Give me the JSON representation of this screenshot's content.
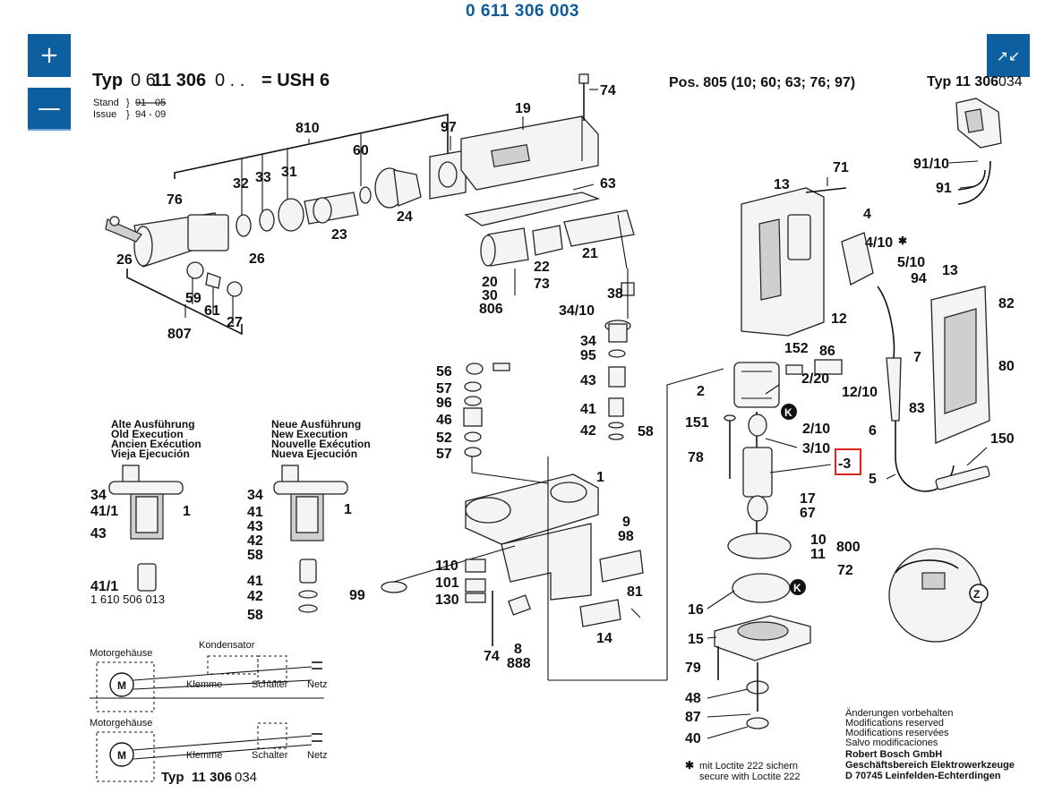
{
  "page": {
    "title": "0 611 306 003",
    "zoom_in_icon": "+",
    "zoom_out_icon": "—",
    "fullscreen_icon": "↗↙"
  },
  "header": {
    "typ_prefix": "Typ",
    "typ_number": "0 6",
    "typ_number_bold": "11 306",
    "typ_suffix": "0 . .",
    "typ_equals": "= USH 6",
    "stand_label": "Stand",
    "stand_value": "91 - 05",
    "issue_label": "Issue",
    "issue_value": "94 - 09",
    "pos_text": "Pos. 805 (10; 60; 63; 76; 97)",
    "typ_right_prefix": "Typ",
    "typ_right_bold": "11 306",
    "typ_right_suffix": "034"
  },
  "part_labels": {
    "p74a": "74",
    "p19": "19",
    "p97": "97",
    "p810": "810",
    "p60": "60",
    "p32": "32",
    "p33": "33",
    "p31": "31",
    "p76": "76",
    "p63": "63",
    "p24": "24",
    "p23": "23",
    "p26a": "26",
    "p26b": "26",
    "p22": "22",
    "p21": "21",
    "p20": "20",
    "p30": "30",
    "p806": "806",
    "p73": "73",
    "p38": "38",
    "p34_10a": "34/10",
    "p59": "59",
    "p61": "61",
    "p27": "27",
    "p807": "807",
    "p34a": "34",
    "p95": "95",
    "p56": "56",
    "p57a": "57",
    "p96": "96",
    "p46": "46",
    "p52": "52",
    "p57b": "57",
    "p43a": "43",
    "p41a": "41",
    "p42a": "42",
    "p58a": "58",
    "p1a": "1",
    "p13a": "13",
    "p71": "71",
    "p4": "4",
    "p4_10": "4/10",
    "p5_10": "5/10",
    "p94": "94",
    "p13b": "13",
    "p82": "82",
    "p12": "12",
    "p152": "152",
    "p86": "86",
    "p7": "7",
    "p80": "80",
    "p2": "2",
    "p2_20": "2/20",
    "p12_10": "12/10",
    "p83": "83",
    "p2_10": "2/10",
    "p151": "151",
    "p3_10": "3/10",
    "p6": "6",
    "p150": "150",
    "p78": "78",
    "p3": "-3",
    "p5": "5",
    "p17": "17",
    "p67": "67",
    "p10": "10",
    "p11": "11",
    "p800": "800",
    "p72": "72",
    "p16": "16",
    "p15": "15",
    "p79": "79",
    "p48": "48",
    "p87": "87",
    "p40": "40",
    "p9": "9",
    "p98": "98",
    "p110": "110",
    "p101": "101",
    "p130": "130",
    "p99": "99",
    "p81": "81",
    "p14": "14",
    "p74b": "74",
    "p8": "8",
    "p888": "888",
    "p91_10": "91/10",
    "p91": "91",
    "p34b": "34",
    "p41_1a": "41/1",
    "p43b": "43",
    "p1b": "1",
    "p34c": "34",
    "p41b": "41",
    "p43c": "43",
    "p42b": "42",
    "p58b": "58",
    "p1c": "1",
    "p41_1b": "41/1",
    "p41c": "41",
    "p42c": "42",
    "p58c": "58",
    "k_marker": "K",
    "z_marker": "Z"
  },
  "execution_old": {
    "de": "Alte Ausführung",
    "en": "Old Execution",
    "fr": "Ancien Exécution",
    "es": "Vieja Ejecución"
  },
  "execution_new": {
    "de": "Neue Ausführung",
    "en": "New Execution",
    "fr": "Nouvelle Exécution",
    "es": "Nueva Ejecución"
  },
  "part_number_41_1": "1 610 506 013",
  "wiring": {
    "motor_housing_1": "Motorgehäuse",
    "capacitor": "Kondensator",
    "terminal_1": "Klemme",
    "switch_1": "Schalter",
    "mains_1": "Netz",
    "motor_housing_2": "Motorgehäuse",
    "terminal_2": "Klemme",
    "switch_2": "Schalter",
    "mains_2": "Netz",
    "motor_symbol": "M",
    "typ_bottom_prefix": "Typ",
    "typ_bottom_bold": "11 306",
    "typ_bottom_suffix": "034"
  },
  "footer": {
    "mods_de": "Änderungen vorbehalten",
    "mods_en": "Modifications reserved",
    "mods_fr": "Modifications reservées",
    "mods_es": "Salvo modificaciones",
    "company": "Robert Bosch GmbH",
    "division": "Geschäftsbereich Elektrowerkzeuge",
    "address": "D 70745 Leinfelden-Echterdingen",
    "loctite_de": "mit Loctite 222 sichern",
    "loctite_en": "secure with Loctite 222",
    "loctite_symbol": "✱"
  },
  "colors": {
    "title_blue": "#0d5a9a",
    "button_blue": "#0e5fa0",
    "highlight_red": "#d9261c"
  }
}
